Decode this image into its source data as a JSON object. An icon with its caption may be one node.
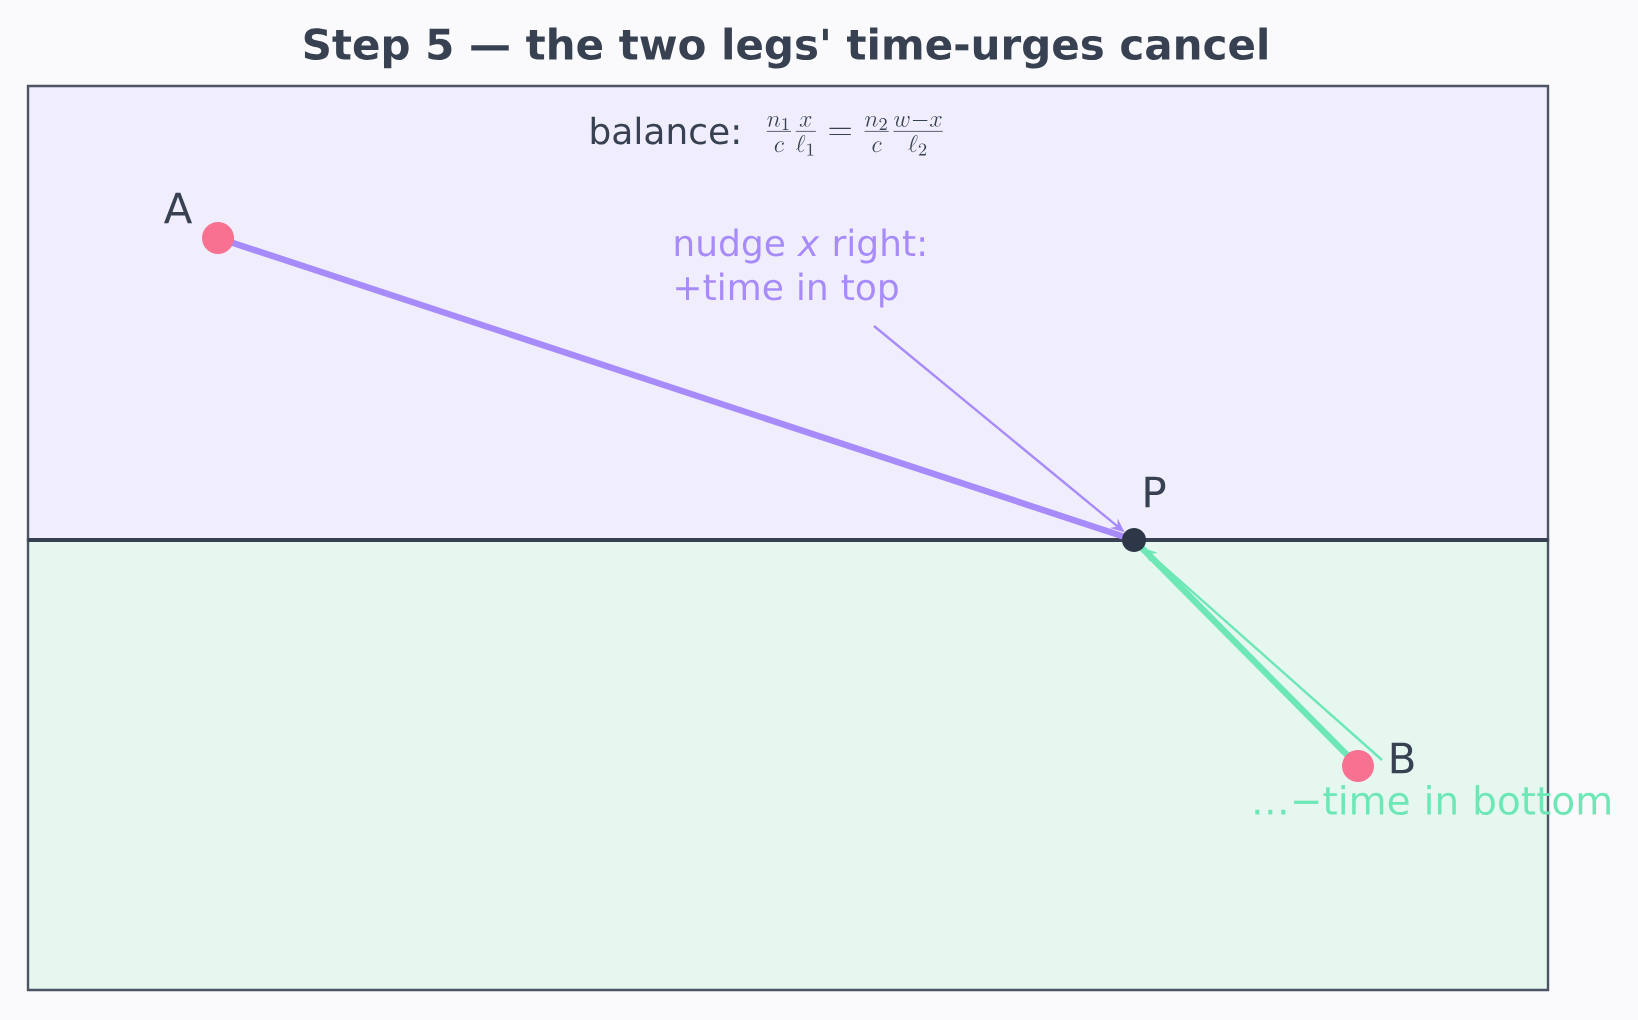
{
  "diagram": {
    "title": "Step 5 — the two legs' time-urges cancel",
    "nodes": [
      {
        "text": [],
        "shape": "box"
      },
      {
        "text": [],
        "shape": "box"
      },
      {
        "text": [],
        "shape": "circle",
        "beside": [
          "A"
        ],
        "in": 0
      },
      {
        "text": [],
        "shape": "circle",
        "beside": [
          "P"
        ]
      },
      {
        "text": [],
        "shape": "circle",
        "beside": [
          "B"
        ],
        "in": 1
      },
      {
        "text": [
          "nudge *x* right: +time in top"
        ],
        "in": 0
      },
      {
        "text": [
          "…−time in bottom"
        ]
      }
    ],
    "edges": [
      {
        "from": 2,
        "to": 3,
        "arrow": "none",
        "style": "thick",
        "color": "#a78bfa"
      },
      {
        "from": 4,
        "to": 3,
        "arrow": "none",
        "style": "thick",
        "color": "#6ee7b7"
      },
      {
        "from": 5,
        "to": 3,
        "arrow": "to",
        "color": "#a78bfa"
      },
      {
        "from": 6,
        "to": 3,
        "arrow": "to",
        "color": "#6ee7b7"
      }
    ],
    "labels": [
      "balance:",
      "\\frac{n_1}{c}\\frac{x}{\\ell_1}=\\frac{n_2}{c}\\frac{w-x}{\\ell_2}"
    ]
  }
}
